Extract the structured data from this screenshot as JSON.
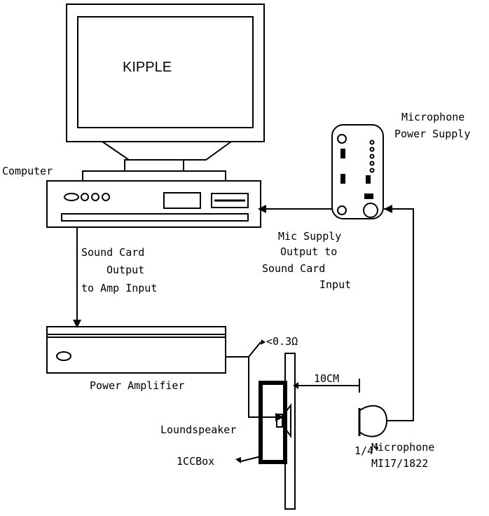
{
  "diagram": {
    "monitor_text": "KIPPLE",
    "computer_label": "Computer",
    "mic_power_supply_label": [
      "Microphone",
      "Power Supply"
    ],
    "sound_card_output_label": [
      "Sound Card",
      "Output",
      "to Amp Input"
    ],
    "mic_supply_output_label": [
      "Mic  Supply",
      "Output to",
      "Sound Card",
      "Input"
    ],
    "power_amplifier_label": "Power Amplifier",
    "resistance_label": "<0.3Ω",
    "distance_label": "10CM",
    "loudspeaker_label": "Loundspeaker",
    "box_label": "1CCBox",
    "microphone_fraction": "1/4\"",
    "microphone_label": [
      "Microphone",
      "MI17/1822"
    ]
  }
}
